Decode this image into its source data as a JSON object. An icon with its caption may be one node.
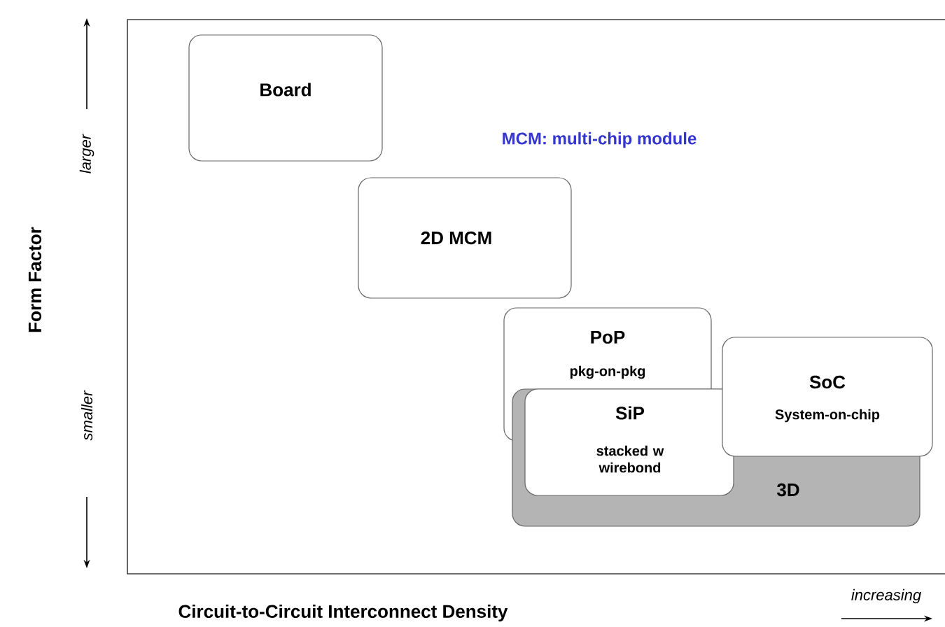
{
  "diagram": {
    "nodes": [
      {
        "text": [
          "Board"
        ]
      },
      {
        "text": [
          "2D MCM"
        ]
      },
      {
        "text": [
          "PoP",
          "pkg-on-pkg"
        ]
      },
      {
        "text": [
          "3D"
        ]
      },
      {
        "text": [
          "SiP",
          "stacked w wirebond"
        ],
        "in": 3
      },
      {
        "text": [
          "SoC",
          "System-on-chip"
        ]
      }
    ],
    "edges": [],
    "labels": [
      "MCM: multi-chip module",
      "larger",
      "Form Factor",
      "smaller",
      "Circuit-to-Circuit Interconnect Density",
      "increasing"
    ]
  }
}
